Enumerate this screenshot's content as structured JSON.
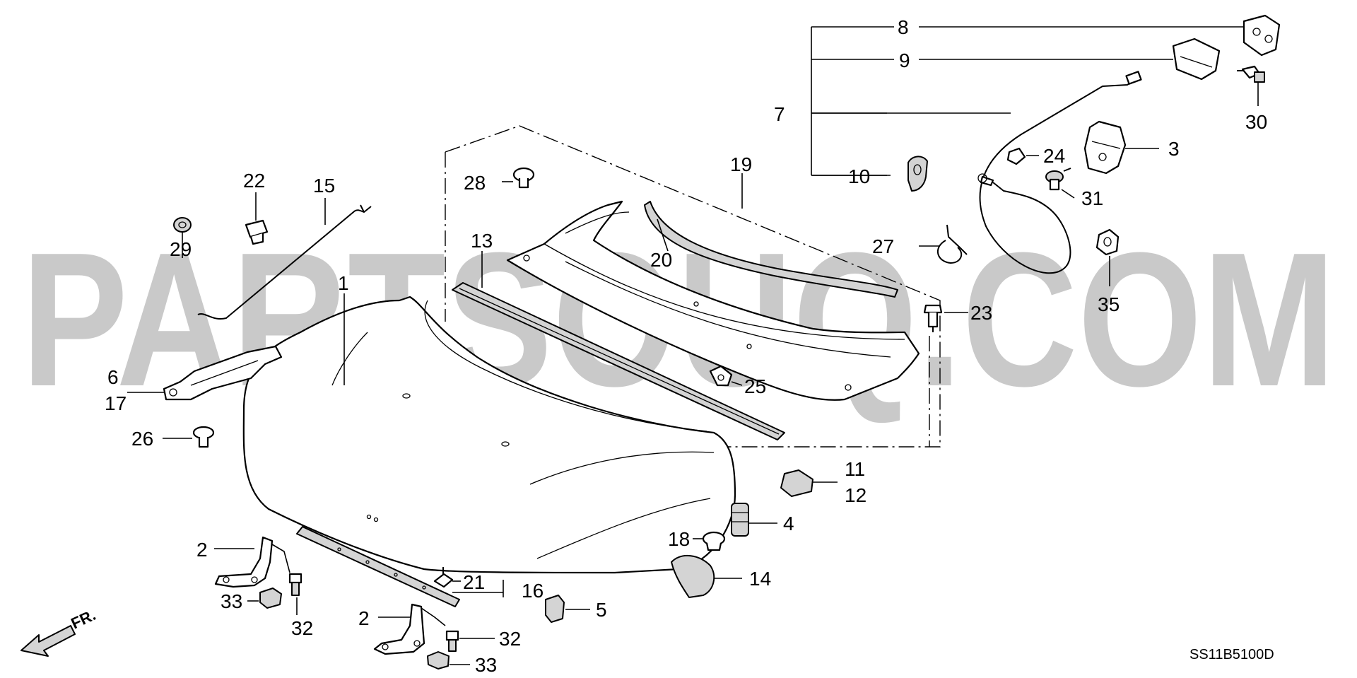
{
  "watermark": "PARTSOUQ.COM",
  "diagram_code": "SS11B5100D",
  "direction_label": "FR.",
  "callouts": {
    "c1": "1",
    "c2a": "2",
    "c2b": "2",
    "c3": "3",
    "c4": "4",
    "c5": "5",
    "c6": "6",
    "c7": "7",
    "c8": "8",
    "c9": "9",
    "c10": "10",
    "c11": "11",
    "c12": "12",
    "c13": "13",
    "c14": "14",
    "c15": "15",
    "c16": "16",
    "c17": "17",
    "c18": "18",
    "c19": "19",
    "c20": "20",
    "c21": "21",
    "c22": "22",
    "c23": "23",
    "c24": "24",
    "c25": "25",
    "c26": "26",
    "c27": "27",
    "c28": "28",
    "c29": "29",
    "c30": "30",
    "c31": "31",
    "c32a": "32",
    "c32b": "32",
    "c33a": "33",
    "c33b": "33",
    "c35": "35"
  }
}
